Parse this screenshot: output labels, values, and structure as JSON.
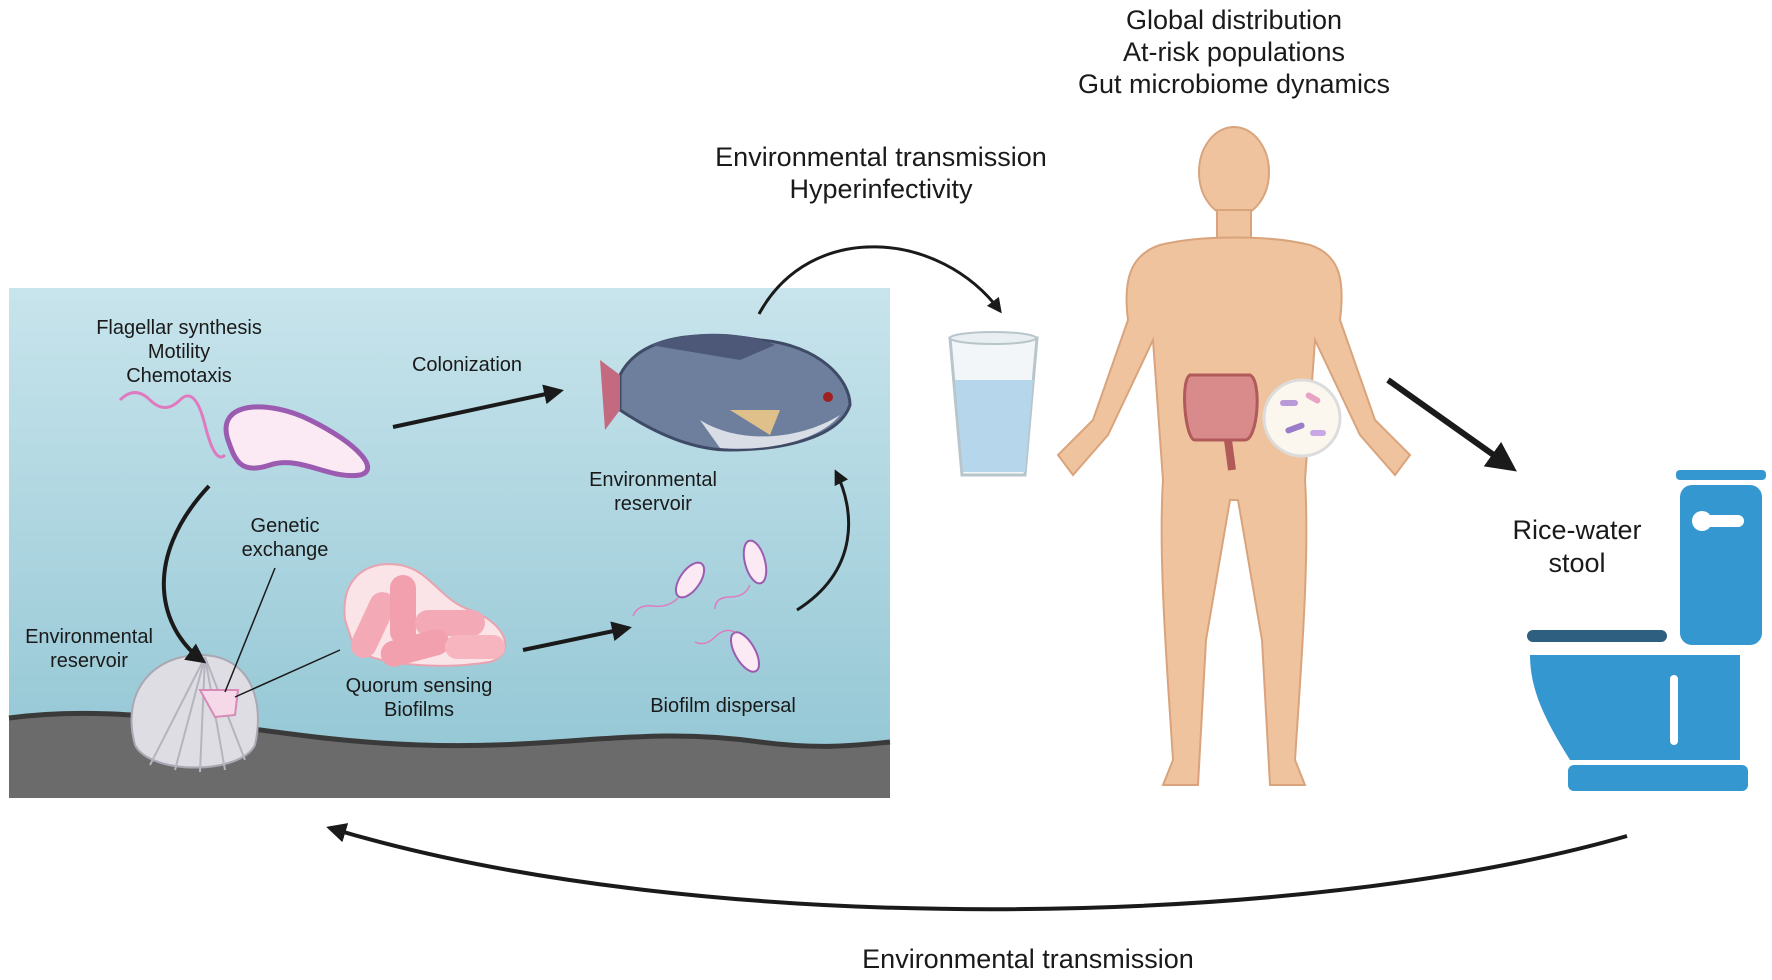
{
  "top_labels": [
    "Global distribution",
    "At-risk populations",
    "Gut microbiome dynamics"
  ],
  "transmission_top": [
    "Environmental transmission",
    "Hyperinfectivity"
  ],
  "bacterium_labels": [
    "Flagellar synthesis",
    "Motility",
    "Chemotaxis"
  ],
  "colonization": "Colonization",
  "fish_reservoir": [
    "Environmental",
    "reservoir"
  ],
  "genetic_exchange": [
    "Genetic",
    "exchange"
  ],
  "shell_reservoir": [
    "Environmental",
    "reservoir"
  ],
  "quorum": [
    "Quorum sensing",
    "Biofilms"
  ],
  "dispersal": "Biofilm dispersal",
  "stool": [
    "Rice-water",
    "stool"
  ],
  "transmission_bottom": "Environmental transmission",
  "colors": {
    "water_top": "#c6e3ea",
    "water_bottom": "#93c7d4",
    "seabed": "#6b6b6b",
    "toilet": "#3597cf",
    "skin": "#efc39e",
    "arrow": "#1a1a1a"
  }
}
